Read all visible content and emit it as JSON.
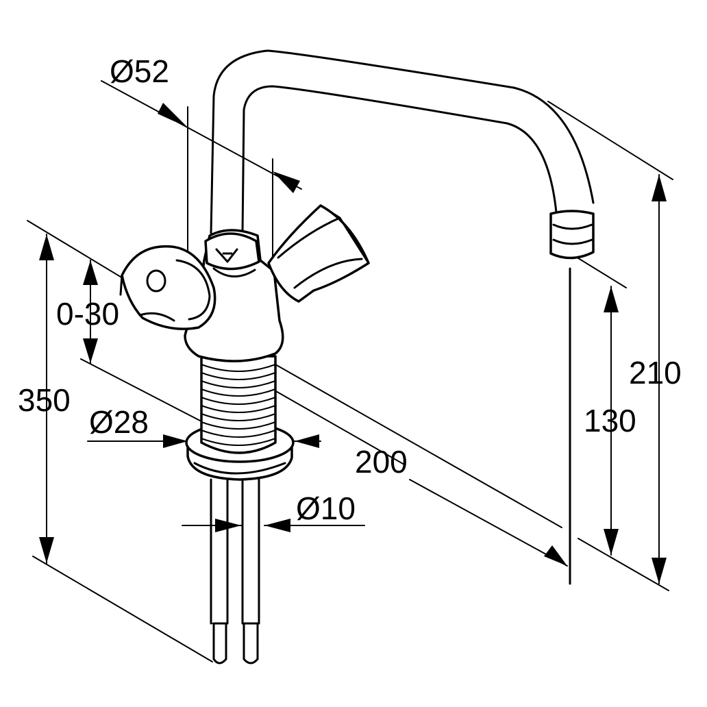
{
  "dimensions": {
    "spout_diameter": "Ø52",
    "swivel_range": "0-30",
    "total_height": "350",
    "shank_diameter": "Ø28",
    "spout_reach": "200",
    "pipe_diameter": "Ø10",
    "outlet_height": "130",
    "spout_height": "210"
  },
  "colors": {
    "line": "#000000",
    "background": "#ffffff"
  }
}
